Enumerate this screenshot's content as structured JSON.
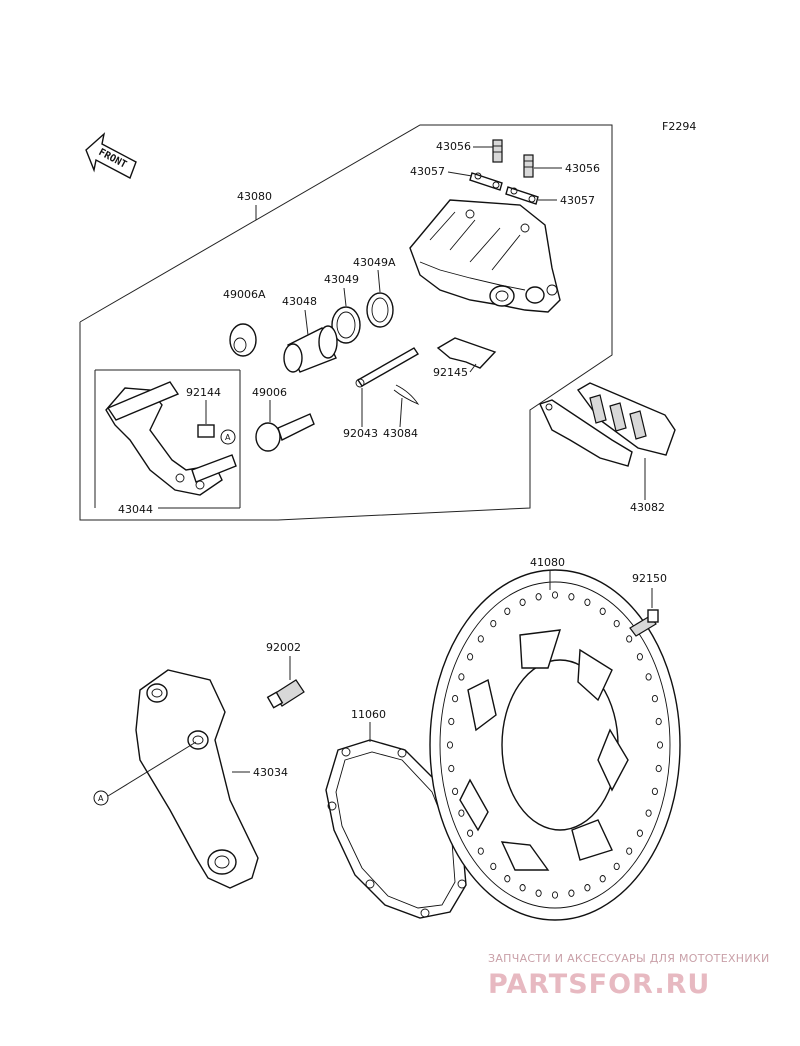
{
  "diagram_code": "F2294",
  "front_label": "FRONT",
  "ref_marker": "A",
  "part_numbers": {
    "p43056_a": "43056",
    "p43056_b": "43056",
    "p43057_a": "43057",
    "p43057_b": "43057",
    "p43080": "43080",
    "p43049A": "43049A",
    "p43049": "43049",
    "p49006A": "49006A",
    "p43048": "43048",
    "p92145": "92145",
    "p92144": "92144",
    "p49006": "49006",
    "p92043": "92043",
    "p43084": "43084",
    "p43044": "43044",
    "p43082": "43082",
    "p41080": "41080",
    "p92150": "92150",
    "p92002": "92002",
    "p11060": "11060",
    "p43034": "43034"
  },
  "watermark": {
    "tagline": "ЗАПЧАСТИ И АКСЕССУАРЫ ДЛЯ МОТОТЕХНИКИ",
    "brand": "PARTSFOR.RU"
  }
}
